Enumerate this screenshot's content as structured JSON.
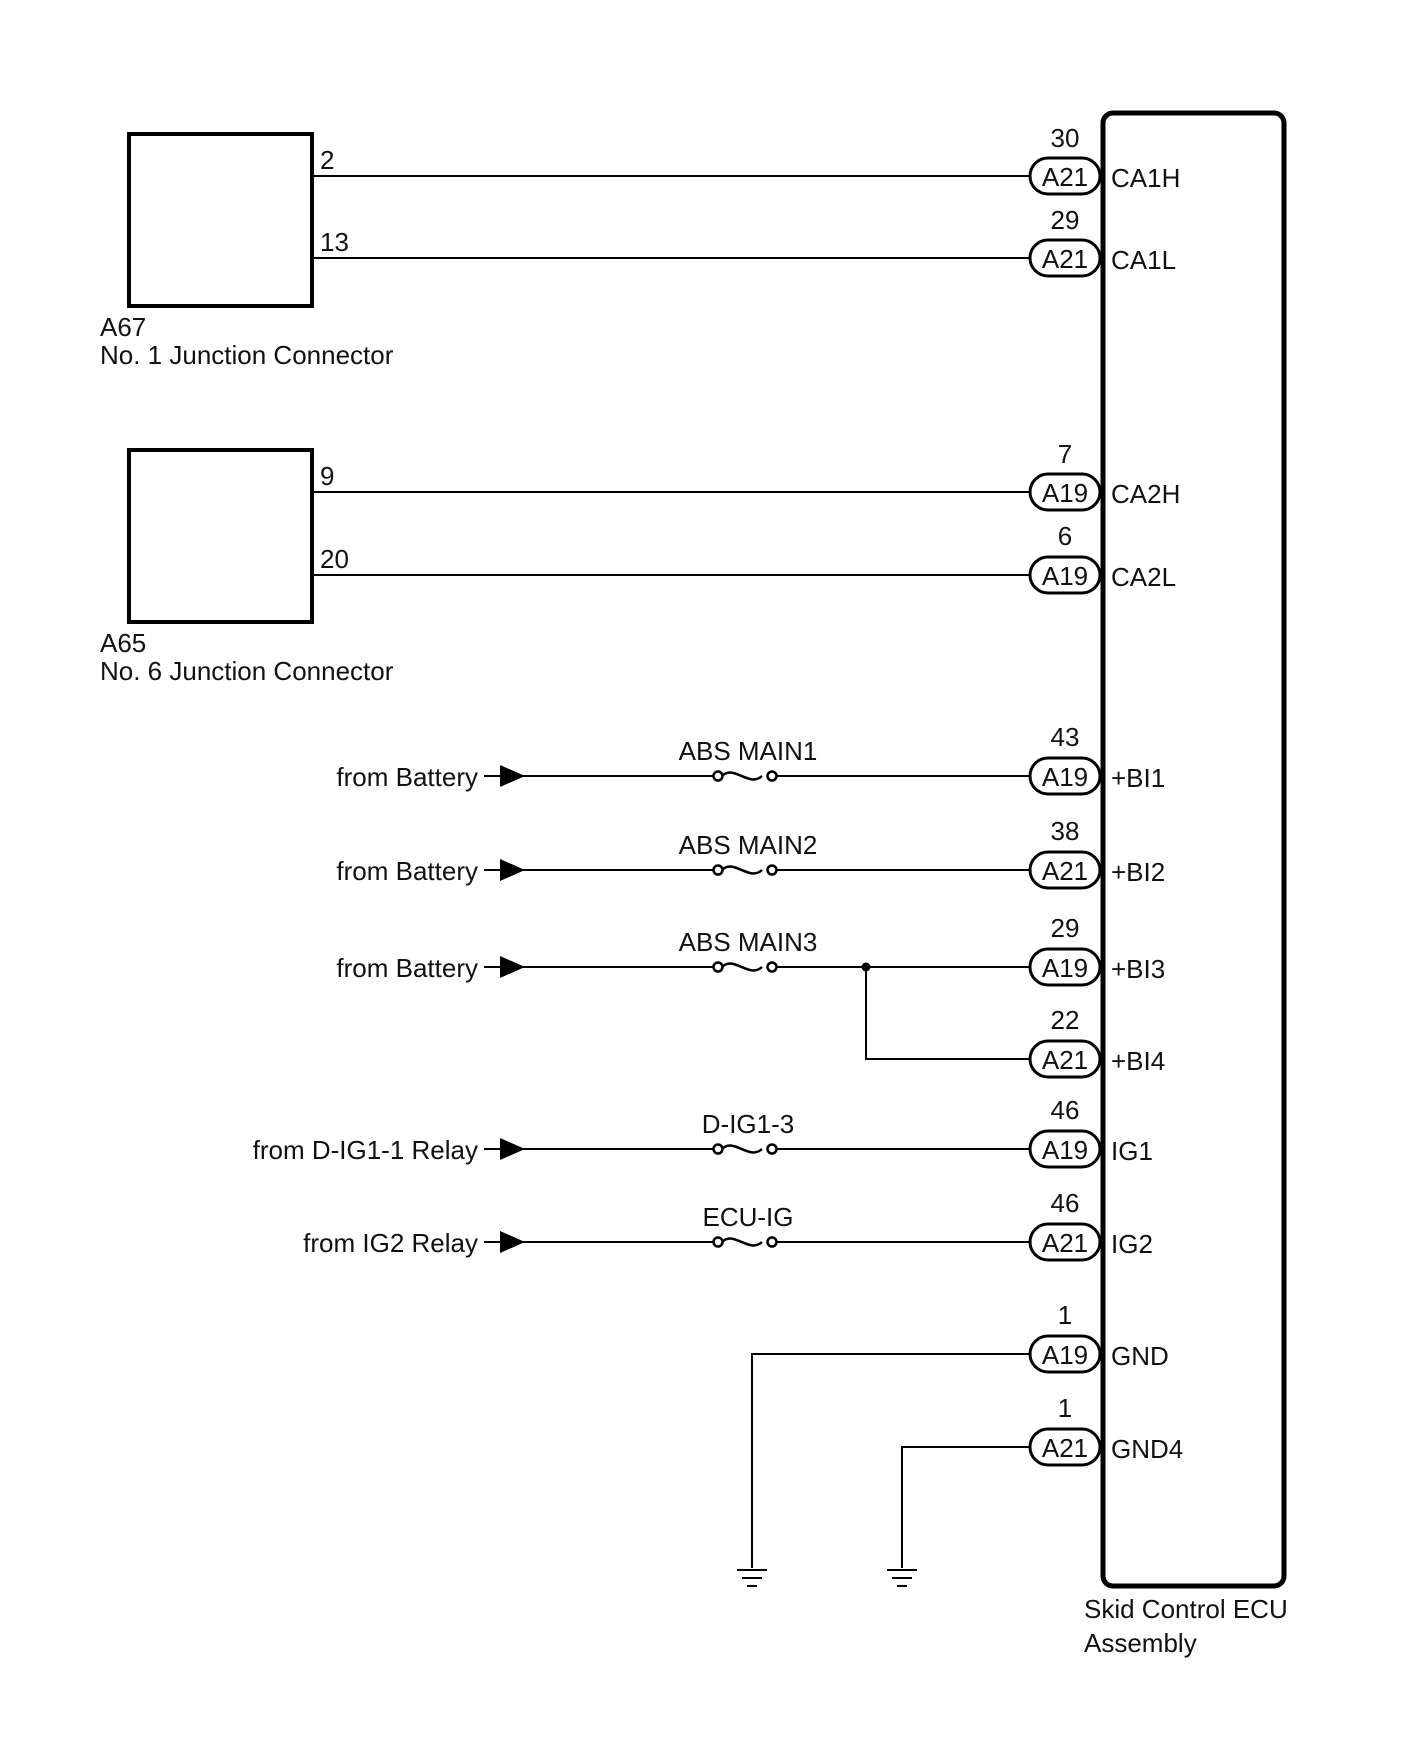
{
  "connectors": [
    {
      "code": "A67",
      "name": "No. 1 Junction Connector"
    },
    {
      "code": "A65",
      "name": "No. 6 Junction Connector"
    }
  ],
  "ecu": {
    "name_line1": "Skid Control ECU",
    "name_line2": "Assembly"
  },
  "can_lines": [
    {
      "src_pin": "2",
      "ecu_pin": "30",
      "conn": "A21",
      "signal": "CA1H"
    },
    {
      "src_pin": "13",
      "ecu_pin": "29",
      "conn": "A21",
      "signal": "CA1L"
    },
    {
      "src_pin": "9",
      "ecu_pin": "7",
      "conn": "A19",
      "signal": "CA2H"
    },
    {
      "src_pin": "20",
      "ecu_pin": "6",
      "conn": "A19",
      "signal": "CA2L"
    }
  ],
  "power_lines": [
    {
      "source": "from Battery",
      "fuse": "ABS MAIN1",
      "ecu_pin": "43",
      "conn": "A19",
      "signal": "+BI1"
    },
    {
      "source": "from Battery",
      "fuse": "ABS MAIN2",
      "ecu_pin": "38",
      "conn": "A21",
      "signal": "+BI2"
    },
    {
      "source": "from Battery",
      "fuse": "ABS MAIN3",
      "ecu_pin": "29",
      "conn": "A19",
      "signal": "+BI3"
    },
    {
      "source": "",
      "fuse": "",
      "ecu_pin": "22",
      "conn": "A21",
      "signal": "+BI4"
    },
    {
      "source": "from D-IG1-1 Relay",
      "fuse": "D-IG1-3",
      "ecu_pin": "46",
      "conn": "A19",
      "signal": "IG1"
    },
    {
      "source": "from IG2 Relay",
      "fuse": "ECU-IG",
      "ecu_pin": "46",
      "conn": "A21",
      "signal": "IG2"
    }
  ],
  "ground_lines": [
    {
      "ecu_pin": "1",
      "conn": "A19",
      "signal": "GND"
    },
    {
      "ecu_pin": "1",
      "conn": "A21",
      "signal": "GND4"
    }
  ]
}
